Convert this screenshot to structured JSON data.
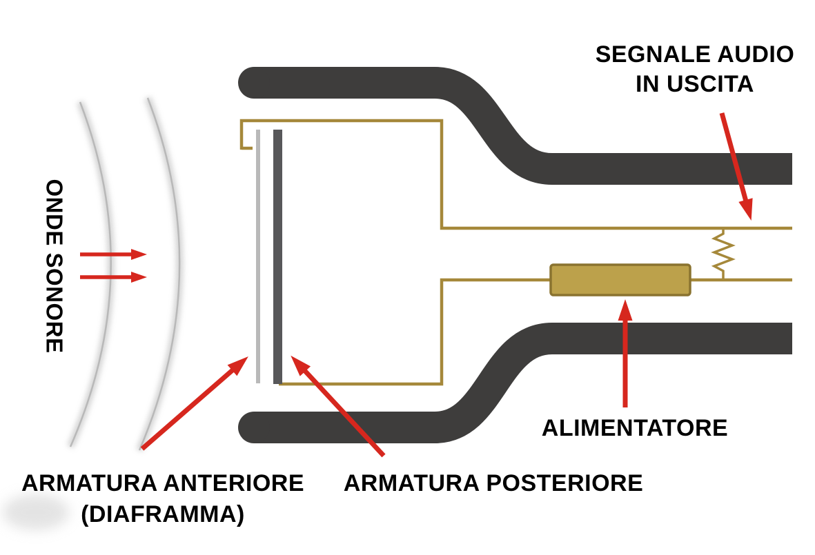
{
  "diagram": {
    "labels": {
      "sound_waves": "ONDE SONORE",
      "audio_output_line1": "SEGNALE AUDIO",
      "audio_output_line2": "IN USCITA",
      "power_supply": "ALIMENTATORE",
      "front_plate_line1": "ARMATURA ANTERIORE",
      "front_plate_line2": "(DIAFRAMMA)",
      "back_plate": "ARMATURA POSTERIORE"
    },
    "colors": {
      "background": "#ffffff",
      "mic_body": "#3e3d3c",
      "wire_gold": "#a5883a",
      "battery_fill": "#bca14b",
      "battery_border": "#8a7330",
      "pointer_red": "#d6271e",
      "wave_gray": "#b6b6b6",
      "diaphragm_gray": "#b9b9b9",
      "backplate_gray": "#58585a",
      "label_text": "#000000"
    }
  }
}
